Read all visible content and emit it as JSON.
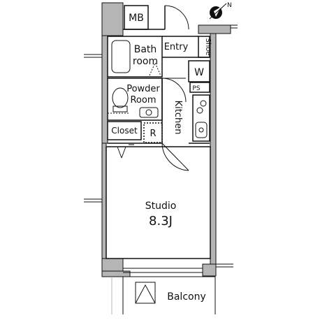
{
  "plan": {
    "wall_color": "#b5b5b5",
    "line_color": "#111111",
    "rooms": {
      "mb": "MB",
      "entry": "Entry",
      "shoe": "Shoe",
      "bath_1": "Bath",
      "bath_2": "room",
      "washer": "W",
      "ps": "PS",
      "powder_1": "Powder",
      "powder_2": "Room",
      "kitchen": "Kitchen",
      "closet": "Closet",
      "fridge": "R",
      "studio": "Studio",
      "studio_size": "8.3J",
      "balcony": "Balcony"
    },
    "compass": {
      "label": "N",
      "icon": "north-compass-icon"
    }
  }
}
